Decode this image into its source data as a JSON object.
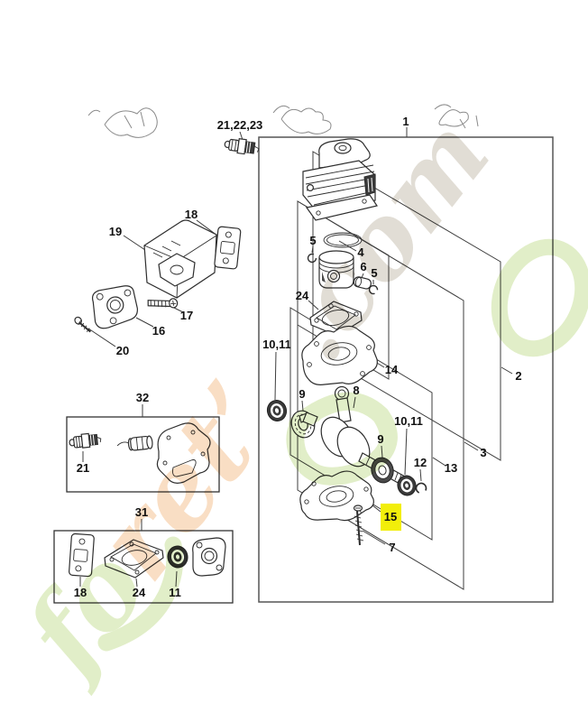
{
  "diagram": {
    "description": "Exploded engine parts diagram (cylinder, piston, crankshaft, crankcase, muffler, gasket kits)",
    "highlight_color": "#f2ee0a",
    "labels": [
      {
        "name": "callout-spark-plug-set",
        "text": "21,22,23"
      },
      {
        "name": "callout-assembly-1",
        "text": "1"
      },
      {
        "name": "callout-gasket-18",
        "text": "18"
      },
      {
        "name": "callout-muffler-19",
        "text": "19"
      },
      {
        "name": "callout-screw-17",
        "text": "17"
      },
      {
        "name": "callout-flange-16",
        "text": "16"
      },
      {
        "name": "callout-screw-20",
        "text": "20"
      },
      {
        "name": "callout-circlip-5-left",
        "text": "5"
      },
      {
        "name": "callout-piston-ring-4",
        "text": "4"
      },
      {
        "name": "callout-wrist-pin-6",
        "text": "6"
      },
      {
        "name": "callout-circlip-5-right",
        "text": "5"
      },
      {
        "name": "callout-gasket-24",
        "text": "24"
      },
      {
        "name": "callout-seal-10-11-left",
        "text": "10,11"
      },
      {
        "name": "callout-crankcase-14",
        "text": "14"
      },
      {
        "name": "callout-bearing-9-left",
        "text": "9"
      },
      {
        "name": "callout-crankshaft-8",
        "text": "8"
      },
      {
        "name": "callout-seal-10-11-right",
        "text": "10,11"
      },
      {
        "name": "callout-bearing-9-right",
        "text": "9"
      },
      {
        "name": "callout-clip-12",
        "text": "12"
      },
      {
        "name": "callout-kit-13",
        "text": "13"
      },
      {
        "name": "callout-kit-3",
        "text": "3"
      },
      {
        "name": "callout-kit-2",
        "text": "2"
      },
      {
        "name": "callout-pan-15-highlighted",
        "text": "15"
      },
      {
        "name": "callout-screw-7",
        "text": "7"
      },
      {
        "name": "callout-kit-32",
        "text": "32"
      },
      {
        "name": "callout-spark-plug-21",
        "text": "21"
      },
      {
        "name": "callout-kit-31",
        "text": "31"
      },
      {
        "name": "callout-kit31-gasket-18",
        "text": "18"
      },
      {
        "name": "callout-kit31-gasket-24",
        "text": "24"
      },
      {
        "name": "callout-kit31-seal-11",
        "text": "11"
      }
    ]
  },
  "watermark": {
    "fragment_main": "foret'",
    "fragment_tld": ".com",
    "green": "#c9e09a",
    "orange": "#f4c394",
    "gray": "#c9c1b2"
  }
}
